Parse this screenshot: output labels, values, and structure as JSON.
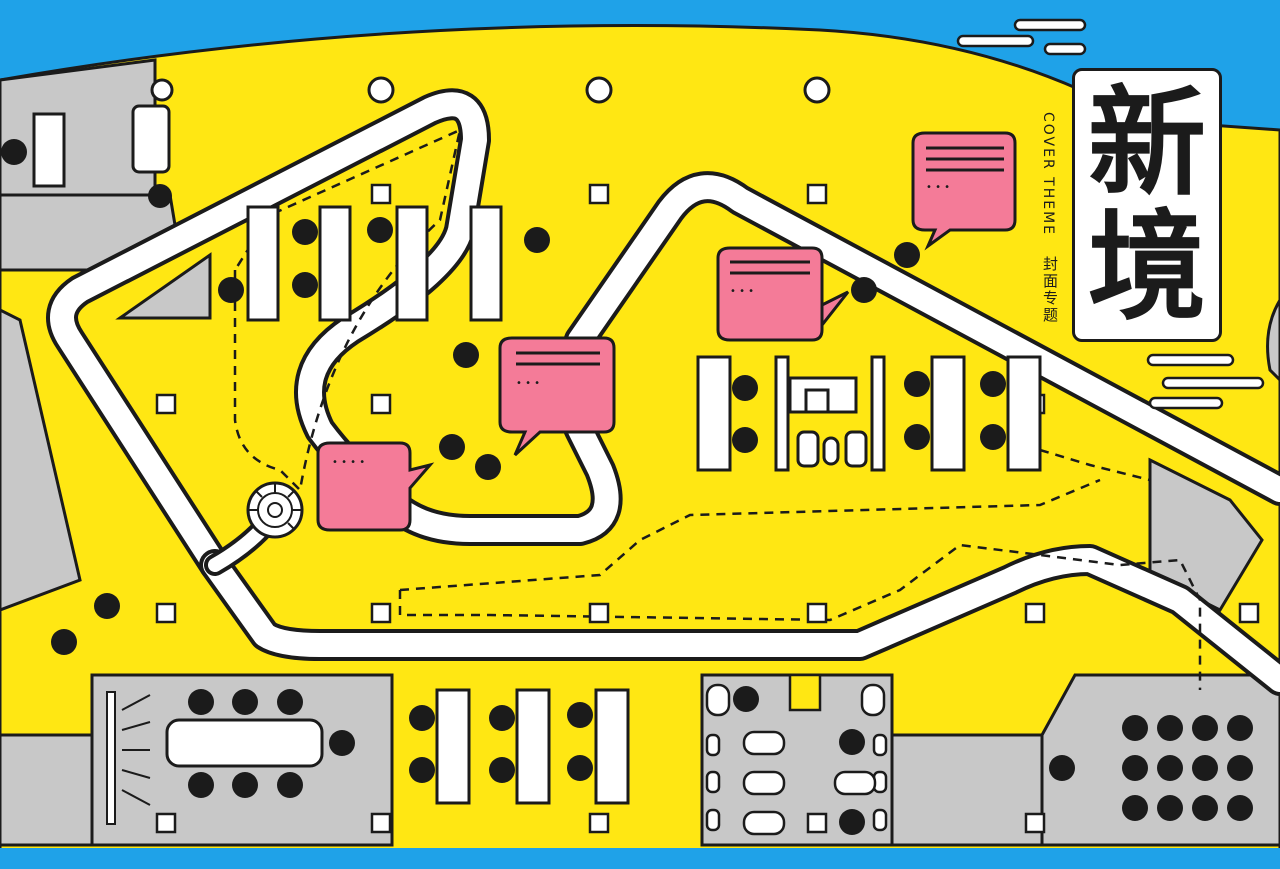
{
  "title": {
    "char1": "新",
    "char2": "境",
    "subtitle_en": "COVER THEME",
    "subtitle_cn": "封面专题"
  },
  "bubbles": {
    "dots": "• • • •",
    "short_dots": "• • •"
  },
  "colors": {
    "sky": "#1fa2e8",
    "floor": "#ffe713",
    "room": "#c8c8c8",
    "bubble": "#f47b98",
    "ink": "#1b1b1b",
    "path": "#ffffff"
  }
}
